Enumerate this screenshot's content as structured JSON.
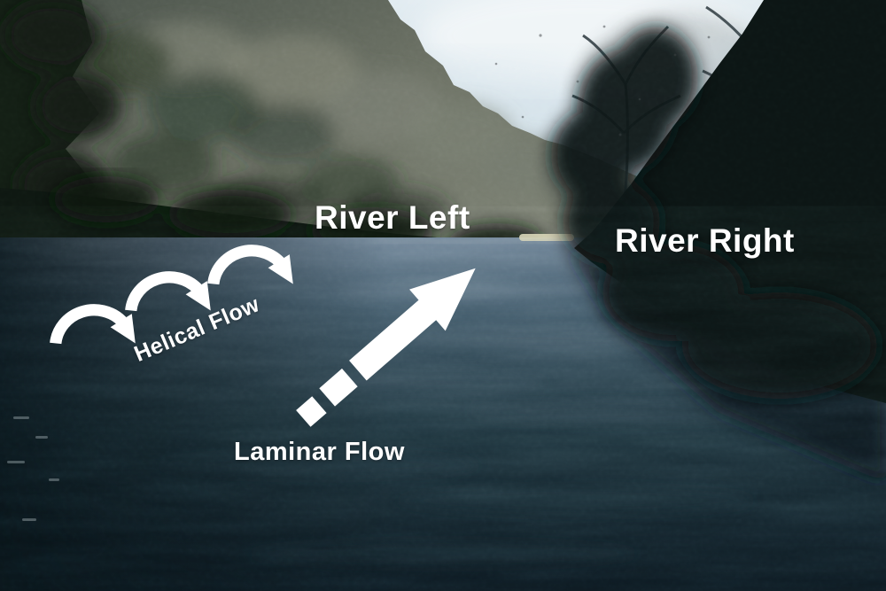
{
  "scene": {
    "description": "Photograph looking downstream on a forested river in winter; annotated to teach river orientation and flow types",
    "colors": {
      "sky_top": "#e2ecf1",
      "sky_bottom": "#aec3d2",
      "hillside_trees": "#6e7366",
      "evergreen_trees": "#131e14",
      "right_bank_trees": "#0c1514",
      "water_light": "#72879a",
      "water_mid": "#2b4753",
      "water_dark": "#142430",
      "annotation_text": "#ffffff",
      "arrow": "#ffffff"
    }
  },
  "annotations": {
    "river_left": "River Left",
    "river_right": "River Right",
    "helical_flow": "Helical Flow",
    "laminar_flow": "Laminar Flow"
  },
  "icons": {
    "helical_flow_arrows": "three white arc arrows curling over toward river-left bank",
    "laminar_flow_arrow": "large white dashed-tail arrow pointing upstream-right along the current"
  }
}
